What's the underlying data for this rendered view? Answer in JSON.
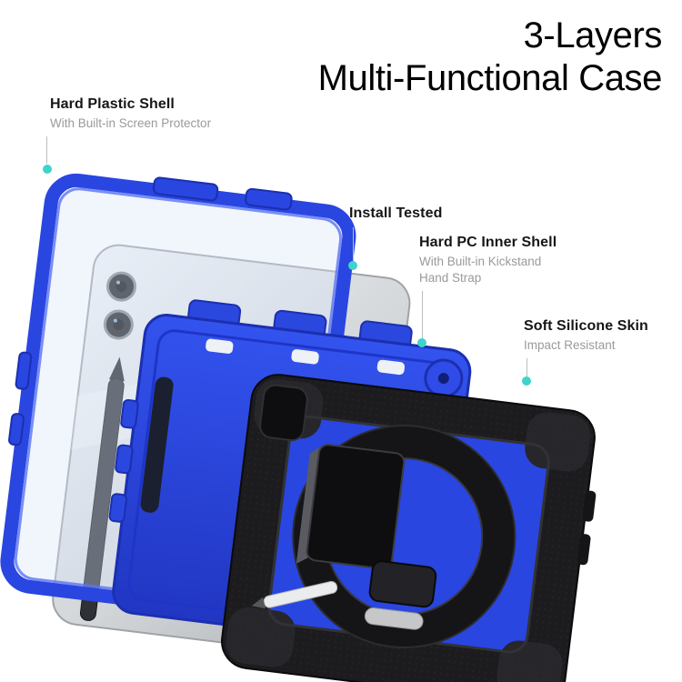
{
  "title": {
    "line1": "3-Layers",
    "line2": "Multi-Functional Case"
  },
  "callouts": [
    {
      "label": "Hard Plastic Shell",
      "sublabel": "With Built-in Screen Protector"
    },
    {
      "label": "Install Tested",
      "sublabel": ""
    },
    {
      "label": "Hard PC Inner Shell",
      "sublabel": "With Built-in Kickstand\nHand Strap"
    },
    {
      "label": "Soft Silicone Skin",
      "sublabel": "Impact Resistant"
    }
  ],
  "product": {
    "colors": {
      "case_blue": "#2946e0",
      "case_blue_dark": "#1b2fb0",
      "silicone_black": "#1c1c1f",
      "tablet_gray": "#d3d6d9",
      "marker_teal": "#3ed3cb"
    }
  }
}
